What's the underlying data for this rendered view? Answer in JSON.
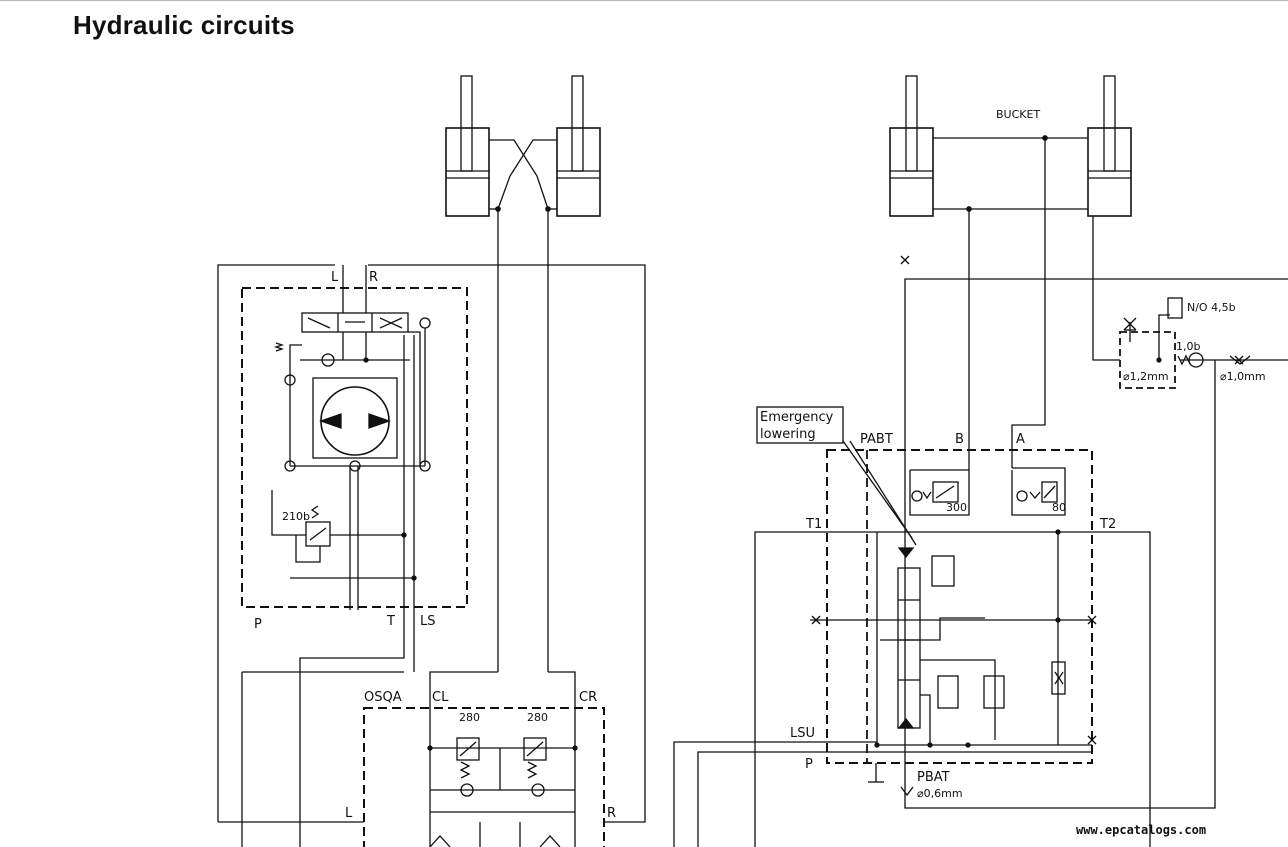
{
  "title": "Hydraulic circuits",
  "labels": {
    "L_top": "L",
    "R_top": "R",
    "b210": "210b",
    "P_left": "P",
    "T_left": "T",
    "LS_left": "LS",
    "OSQA": "OSQA",
    "CL": "CL",
    "CR": "CR",
    "p280a": "280",
    "p280b": "280",
    "L_low": "L",
    "R_low": "R",
    "bucket": "BUCKET",
    "no": "N/O  4,5b",
    "b10": "1,0b",
    "d12": "⌀1,2mm",
    "d10": "⌀1,0mm",
    "em1": "Emergency",
    "em2": "lowering",
    "PABT": "PABT",
    "B": "B",
    "A": "A",
    "p300": "300",
    "p80": "80",
    "T1": "T1",
    "T2": "T2",
    "LSU": "LSU",
    "P_right": "P",
    "PBAT": "PBAT",
    "d06": "⌀0,6mm"
  },
  "watermark": "www.epcatalogs.com"
}
